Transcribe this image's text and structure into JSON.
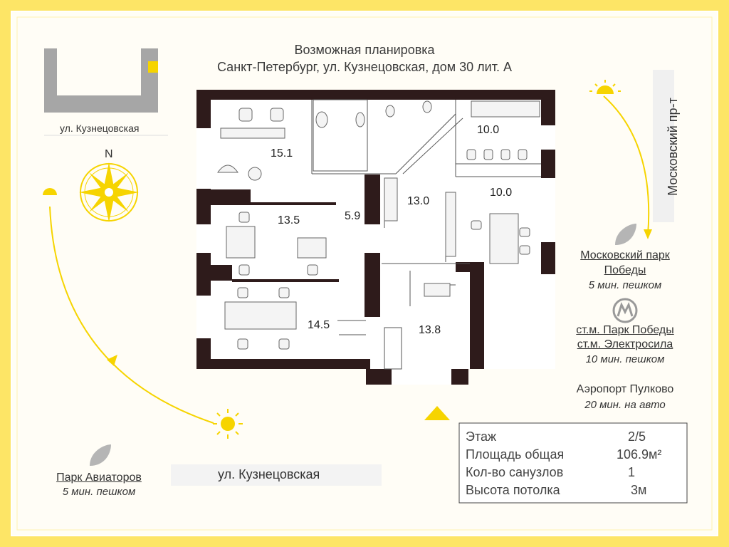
{
  "title": {
    "line1": "Возможная планировка",
    "line2": "Санкт-Петербург, ул. Кузнецовская, дом 30 лит. А"
  },
  "mini_map": {
    "street": "ул. Кузнецовская"
  },
  "compass": {
    "north": "N"
  },
  "right_street": "Московский пр-т",
  "bottom_street": "ул. Кузнецовская",
  "rooms": [
    "15.1",
    "13.5",
    "5.9",
    "13.0",
    "10.0",
    "10.0",
    "14.5",
    "13.8"
  ],
  "places": {
    "park_pobedy": {
      "name_line1": "Московский парк",
      "name_line2": "Победы",
      "time": "5 мин. пешком"
    },
    "metro": {
      "line1": "ст.м. Парк Победы",
      "line2": "ст.м. Электросила",
      "time": "10 мин. пешком",
      "icon": "metro-icon"
    },
    "airport": {
      "name": "Аэропорт Пулково",
      "time": "20 мин. на авто"
    },
    "park_aviatorov": {
      "name": "Парк Авиаторов",
      "time": "5 мин. пешком"
    }
  },
  "info": {
    "floor_label": "Этаж",
    "floor_value": "2/5",
    "area_label": "Площадь общая",
    "area_value": "106.9м²",
    "bath_label": "Кол-во санузлов",
    "bath_value": "1",
    "height_label": "Высота потолка",
    "height_value": "3м"
  },
  "colors": {
    "accent": "#fde566",
    "wall": "#2e1b1b",
    "sun": "#f6d400"
  }
}
